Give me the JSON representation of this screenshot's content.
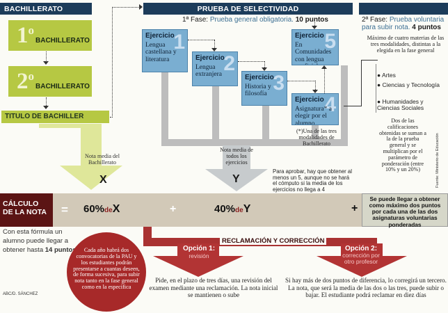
{
  "left": {
    "header": "BACHILLERATO",
    "first": {
      "num": "1",
      "ord": "o",
      "label": "BACHILLERATO"
    },
    "second": {
      "num": "2",
      "ord": "o",
      "label": "BACHILLERATO"
    },
    "titulo": "TITULO DE BACHILLER",
    "nota_media": "Nota media del Bachillerato",
    "x_letter": "X"
  },
  "center": {
    "header": "PRUEBA DE SELECTIVIDAD",
    "fase1_prefix": "1ª Fase:",
    "fase1_mid": "Prueba general obligatoria.",
    "fase1_pts": "10 puntos",
    "ejercicios": [
      {
        "label": "Ejercicio",
        "num": "1",
        "desc": "Lengua castellana y literatura"
      },
      {
        "label": "Ejercicio",
        "num": "2",
        "desc": "Lengua extranjera"
      },
      {
        "label": "Ejercicio",
        "num": "3",
        "desc": "Historia y filosofía"
      },
      {
        "label": "Ejercicio",
        "num": "4",
        "desc": "Asignatura* a elegir por el alumno"
      },
      {
        "label": "Ejercicio",
        "num": "5",
        "desc": "En Comunidades con lengua cooficial"
      }
    ],
    "footnote": "(*)Una de las tres modalidades de Bachillerato",
    "nota_todos": "Nota media de todos los ejercicios",
    "y_letter": "Y",
    "aprobar": "Para aprobar, hay que obtener al menos un 5, aunque no se hará el cómputo si la media de los ejercicios no llega a 4"
  },
  "right": {
    "fase2_prefix": "2ª Fase:",
    "fase2_mid": "Prueba voluntaria para subir nota.",
    "fase2_pts": "4 puntos",
    "maximo": "Máximo de cuatro materias de las tres modalidades, distintas a la elegida en la fase general",
    "modalidades": [
      "Artes",
      "Ciencias y Tecnología",
      "Humanidades y Ciencias Sociales"
    ],
    "calificaciones": "Dos de las calificaciones obtenidas se suman a la de la prueba general y se multiplican por el parámetro de ponderación (entre 10% y un 20%)",
    "fuente": "Fuente: Ministerio de Educación",
    "plus_box": "Se puede llegar a obtener como máximo dos puntos por cada una de las dos asignaturas voluntarias ponderadas"
  },
  "calc": {
    "title": "CÁLCULO DE LA NOTA",
    "eq": "=",
    "pct1": "60%",
    "de": "de",
    "x": "X",
    "plus": "+",
    "pct2": "40%",
    "y": "Y",
    "plus2": "+",
    "formula_note": "Con esta fórmula un alumno puede llegar a obtener hasta",
    "formula_pts": "14 puntos"
  },
  "reclamacion": {
    "title": "RECLAMACIÓN Y CORRECCIÓN",
    "convocatorias": "Cada año habrá dos convocatorias de la PAU y los estudiantes podrán presentarse a cuantas deseen, de forma sucesiva, para subir nota tanto en la fase general como en la específica",
    "op1_title": "Opción 1:",
    "op1_sub": "revisión",
    "op1_text": "Pide, en el plazo de tres días, una revisión del examen mediante una reclamación. La nota inicial se mantienen o sube",
    "op2_title": "Opción 2:",
    "op2_sub": "corrección por otro profesor",
    "op2_text": "Si hay más de dos puntos de diferencia, lo corregirá un tercero. La nota, que será la media de las dos o las tres, puede subir o bajar. El estudiante podrá reclamar en diez días"
  },
  "credit": "ABC/D. SÁNCHEZ"
}
